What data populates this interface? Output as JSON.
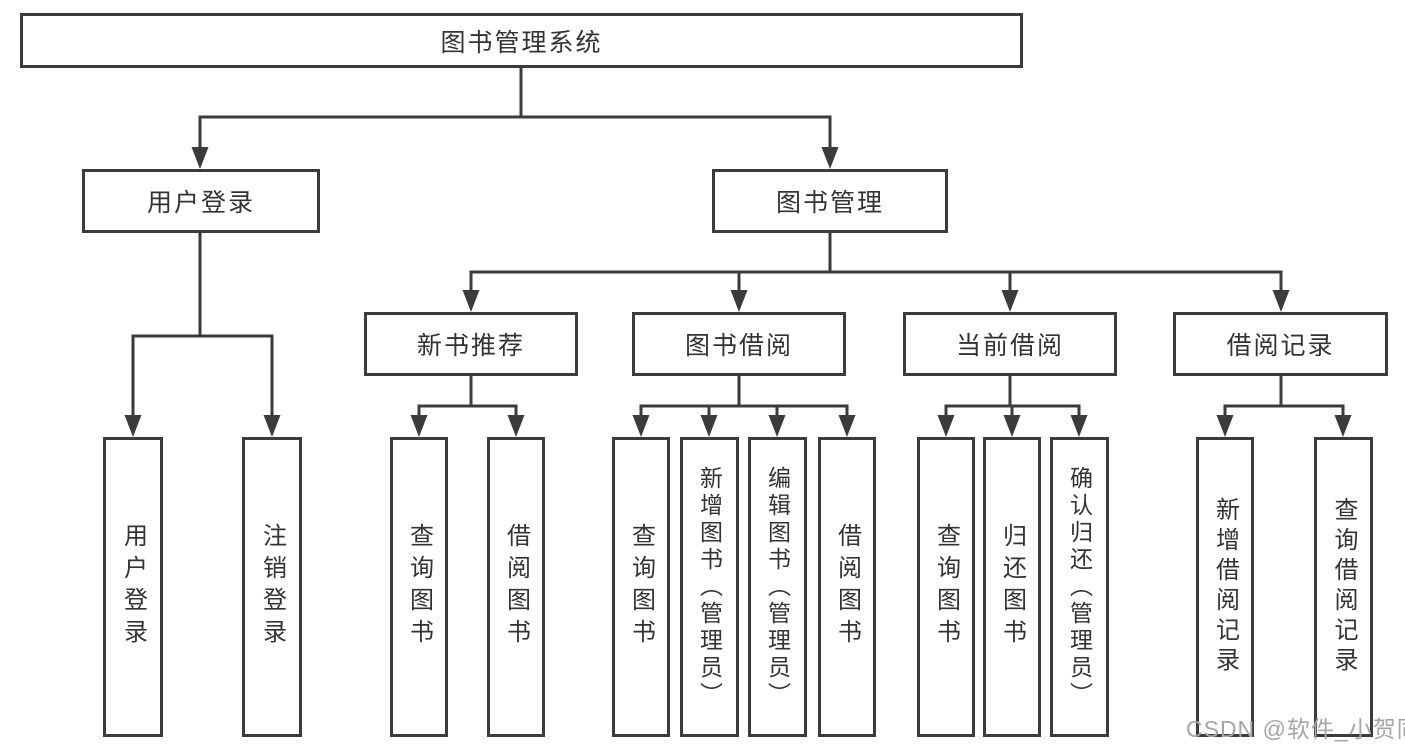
{
  "diagram": {
    "root": {
      "label": "图书管理系统"
    },
    "branches": [
      {
        "label": "用户登录",
        "children": [
          {
            "label": "用户登录"
          },
          {
            "label": "注销登录"
          }
        ]
      },
      {
        "label": "图书管理",
        "children": [
          {
            "label": "新书推荐",
            "children": [
              {
                "label": "查询图书"
              },
              {
                "label": "借阅图书"
              }
            ]
          },
          {
            "label": "图书借阅",
            "children": [
              {
                "label": "查询图书"
              },
              {
                "label": "新增图书（管理员）"
              },
              {
                "label": "编辑图书（管理员）"
              },
              {
                "label": "借阅图书"
              }
            ]
          },
          {
            "label": "当前借阅",
            "children": [
              {
                "label": "查询图书"
              },
              {
                "label": "归还图书"
              },
              {
                "label": "确认归还（管理员）"
              }
            ]
          },
          {
            "label": "借阅记录",
            "children": [
              {
                "label": "新增借阅记录"
              },
              {
                "label": "查询借阅记录"
              }
            ]
          }
        ]
      }
    ],
    "watermark": {
      "text": "CSDN @软件_小贺同学"
    },
    "colors": {
      "line": "#3b3b3b",
      "text": "#333333",
      "watermark": "#a6a6a6",
      "background": "#ffffff"
    }
  }
}
